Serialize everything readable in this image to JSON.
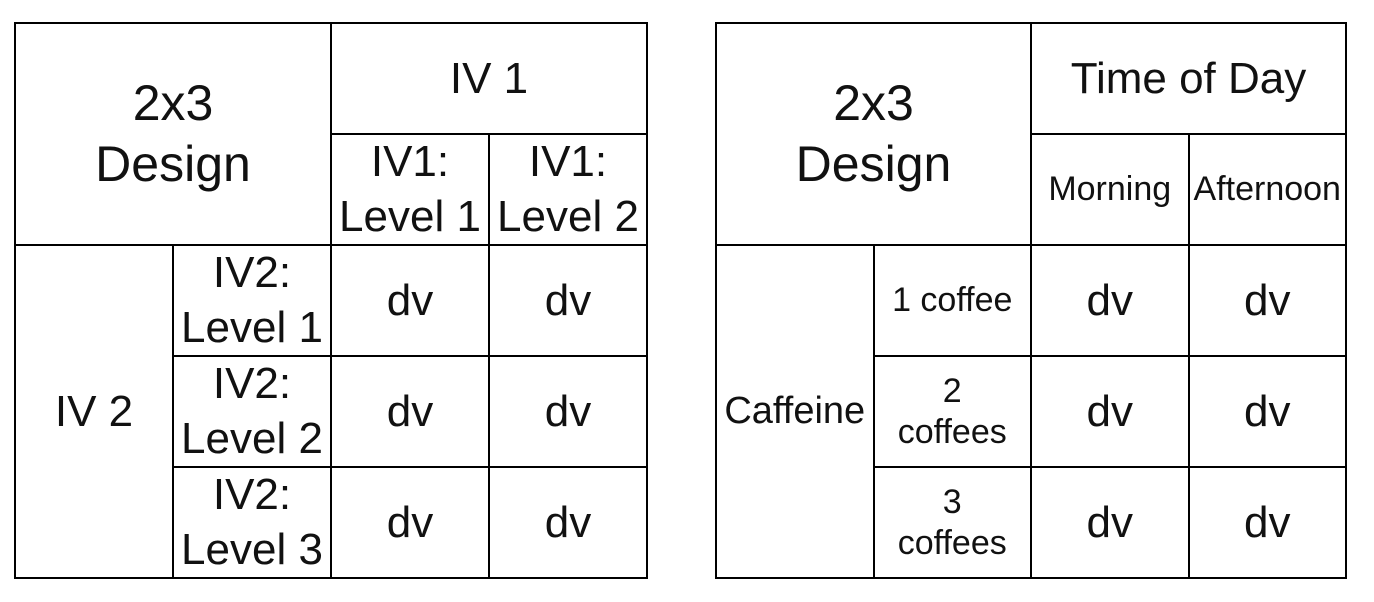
{
  "page": {
    "background_color": "#ffffff",
    "border_color": "#000000",
    "text_color": "#111111"
  },
  "tables": [
    {
      "id": "generic-design",
      "corner_title": "2x3\nDesign",
      "col_factor": {
        "label": "IV 1",
        "levels": [
          "IV1:\nLevel 1",
          "IV1:\nLevel 2"
        ]
      },
      "row_factor": {
        "label": "IV 2",
        "levels": [
          "IV2:\nLevel 1",
          "IV2:\nLevel 2",
          "IV2:\nLevel 3"
        ]
      },
      "cell_value": "dv"
    },
    {
      "id": "example-design",
      "corner_title": "2x3\nDesign",
      "col_factor": {
        "label": "Time of Day",
        "levels": [
          "Morning",
          "Afternoon"
        ]
      },
      "row_factor": {
        "label": "Caffeine",
        "levels": [
          "1 coffee",
          "2\ncoffees",
          "3\ncoffees"
        ]
      },
      "cell_value": "dv"
    }
  ]
}
